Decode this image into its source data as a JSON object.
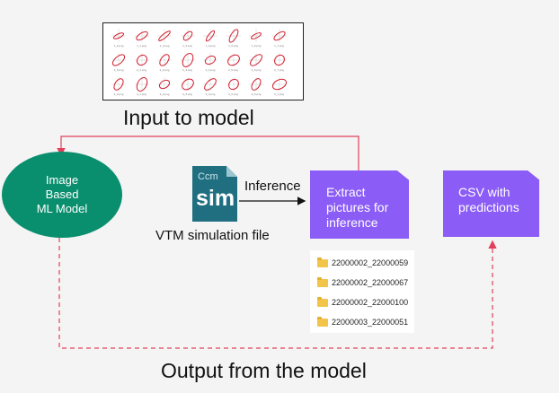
{
  "input_panel": {
    "thumbnails": [
      "1_0.png",
      "1_1.png",
      "1_2.png",
      "1_3.png",
      "1_4.png",
      "1_5.png",
      "1_6.png",
      "1_7.png",
      "2_0.png",
      "2_1.png",
      "2_2.png",
      "2_3.png",
      "2_4.png",
      "2_5.png",
      "2_6.png",
      "2_7.png",
      "3_0.png",
      "3_1.png",
      "3_2.png",
      "3_3.png",
      "3_4.png",
      "3_5.png",
      "3_6.png",
      "3_7.png"
    ],
    "caption": "Input to model"
  },
  "model": {
    "label_lines": [
      "Image",
      "Based",
      "ML Model"
    ]
  },
  "simulation": {
    "icon_text_top": "Ccm",
    "icon_text_main": "sim",
    "label": "VTM simulation file"
  },
  "inference_label": "Inference",
  "extract_box": {
    "label": "Extract pictures for inference"
  },
  "csv_box": {
    "label": "CSV with predictions"
  },
  "folders": [
    "22000002_22000059",
    "22000002_22000067",
    "22000002_22000100",
    "22000003_22000051"
  ],
  "output_caption": "Output from the model",
  "colors": {
    "accent_red": "#e0405a",
    "model_green": "#0a8f6e",
    "box_purple": "#8b5cf6",
    "sim_teal": "#1f6f80",
    "folder_yellow": "#f3c44a"
  },
  "icons": {
    "simulation": "simcenter-sim-file-icon",
    "folder": "folder-icon"
  }
}
